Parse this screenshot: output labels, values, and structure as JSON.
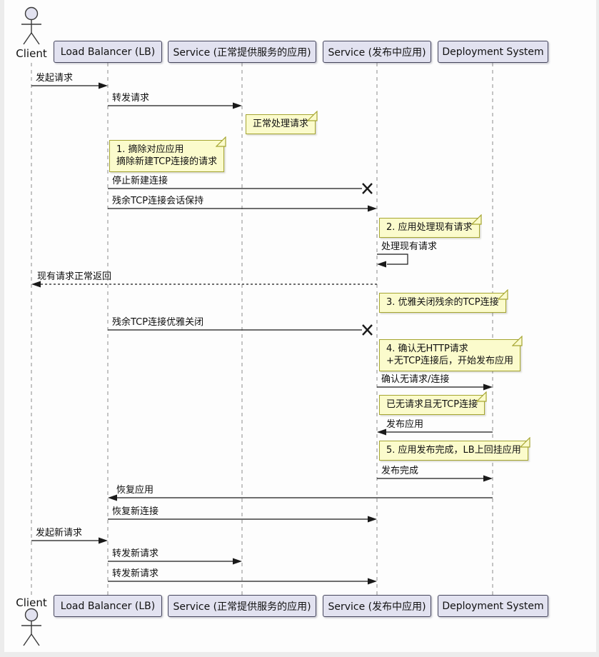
{
  "diagram_type": "uml-sequence-diagram",
  "participants": [
    {
      "label": "Client",
      "kind": "actor"
    },
    {
      "label": "Load Balancer (LB)",
      "kind": "participant"
    },
    {
      "label": "Service (正常提供服务的应用)",
      "kind": "participant"
    },
    {
      "label": "Service (发布中应用)",
      "kind": "participant"
    },
    {
      "label": "Deployment System",
      "kind": "participant"
    }
  ],
  "messages": [
    {
      "label": "发起请求",
      "from": "Client",
      "to": "Load Balancer (LB)",
      "line": "solid",
      "end": "arrow"
    },
    {
      "label": "转发请求",
      "from": "Load Balancer (LB)",
      "to": "Service (正常提供服务的应用)",
      "line": "solid",
      "end": "arrow"
    },
    {
      "label": "停止新建连接",
      "from": "Load Balancer (LB)",
      "to": "Service (发布中应用)",
      "line": "solid",
      "end": "lost-x"
    },
    {
      "label": "残余TCP连接会话保持",
      "from": "Load Balancer (LB)",
      "to": "Service (发布中应用)",
      "line": "solid",
      "end": "arrow"
    },
    {
      "label": "处理现有请求",
      "from": "Service (发布中应用)",
      "to": "Service (发布中应用)",
      "line": "solid",
      "end": "arrow",
      "self": true
    },
    {
      "label": "现有请求正常返回",
      "from": "Service (发布中应用)",
      "to": "Client",
      "line": "dashed",
      "end": "arrow"
    },
    {
      "label": "残余TCP连接优雅关闭",
      "from": "Load Balancer (LB)",
      "to": "Service (发布中应用)",
      "line": "solid",
      "end": "lost-x"
    },
    {
      "label": "确认无请求/连接",
      "from": "Service (发布中应用)",
      "to": "Deployment System",
      "line": "solid",
      "end": "arrow"
    },
    {
      "label": "发布应用",
      "from": "Deployment System",
      "to": "Service (发布中应用)",
      "line": "solid",
      "end": "arrow"
    },
    {
      "label": "发布完成",
      "from": "Service (发布中应用)",
      "to": "Deployment System",
      "line": "solid",
      "end": "arrow"
    },
    {
      "label": "恢复应用",
      "from": "Deployment System",
      "to": "Load Balancer (LB)",
      "line": "solid",
      "end": "arrow"
    },
    {
      "label": "恢复新连接",
      "from": "Load Balancer (LB)",
      "to": "Service (发布中应用)",
      "line": "solid",
      "end": "arrow"
    },
    {
      "label": "发起新请求",
      "from": "Client",
      "to": "Load Balancer (LB)",
      "line": "solid",
      "end": "arrow"
    },
    {
      "label": "转发新请求",
      "from": "Load Balancer (LB)",
      "to": "Service (正常提供服务的应用)",
      "line": "solid",
      "end": "arrow"
    },
    {
      "label": "转发新请求",
      "from": "Load Balancer (LB)",
      "to": "Service (发布中应用)",
      "line": "solid",
      "end": "arrow"
    }
  ],
  "notes": [
    {
      "lines": [
        "正常处理请求"
      ],
      "over": "Service (正常提供服务的应用)"
    },
    {
      "lines": [
        "1. 摘除对应应用",
        "摘除新建TCP连接的请求"
      ],
      "over": "Load Balancer (LB)"
    },
    {
      "lines": [
        "2. 应用处理现有请求"
      ],
      "over": "Service (发布中应用)"
    },
    {
      "lines": [
        "3. 优雅关闭残余的TCP连接"
      ],
      "over": "Service (发布中应用)"
    },
    {
      "lines": [
        "4. 确认无HTTP请求",
        "+无TCP连接后，开始发布应用"
      ],
      "over": "Service (发布中应用)"
    },
    {
      "lines": [
        "已无请求且无TCP连接"
      ],
      "over": "Service (发布中应用)"
    },
    {
      "lines": [
        "5. 应用发布完成，LB上回挂应用"
      ],
      "over": "Service (发布中应用)"
    }
  ],
  "colors": {
    "participant_fill": "#E2E2F0",
    "participant_border": "#45455C",
    "note_fill": "#FBFBCC",
    "note_border": "#A6A632",
    "message_line": "#1A1A1A",
    "lifeline": "#8A8A8A",
    "background": "#FDFDFD"
  }
}
